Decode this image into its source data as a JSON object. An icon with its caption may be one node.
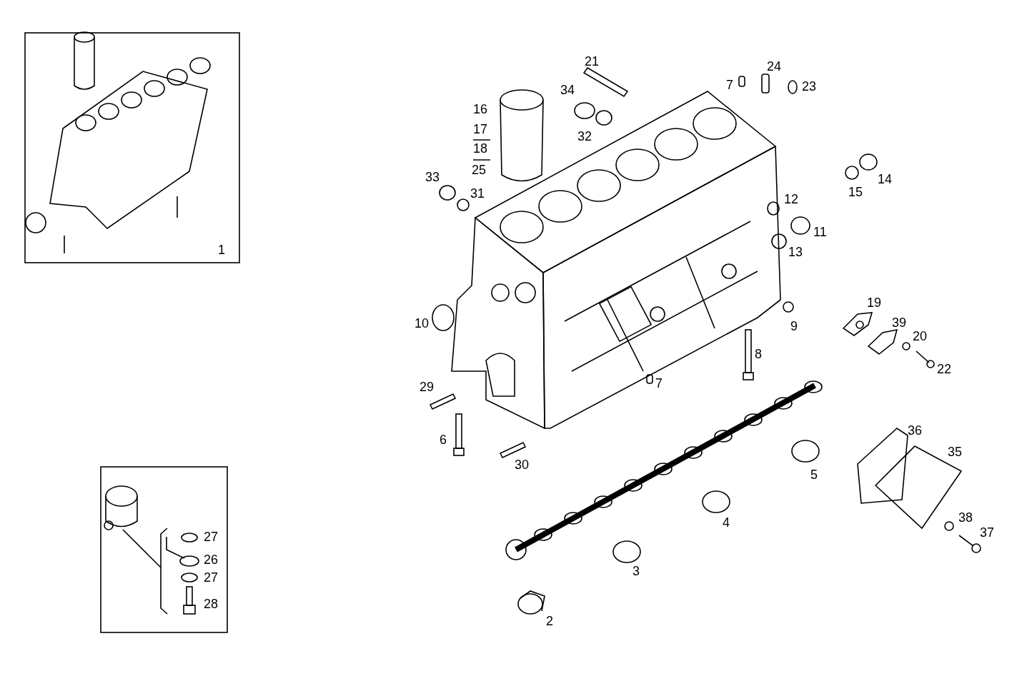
{
  "diagram": {
    "labels": [
      "21",
      "24",
      "7",
      "23",
      "34",
      "16",
      "17",
      "32",
      "18",
      "25",
      "33",
      "14",
      "15",
      "31",
      "12",
      "11",
      "1",
      "13",
      "19",
      "10",
      "9",
      "39",
      "20",
      "8",
      "22",
      "7",
      "29",
      "36",
      "6",
      "35",
      "30",
      "5",
      "38",
      "4",
      "37",
      "27",
      "26",
      "3",
      "27",
      "28",
      "2"
    ]
  }
}
